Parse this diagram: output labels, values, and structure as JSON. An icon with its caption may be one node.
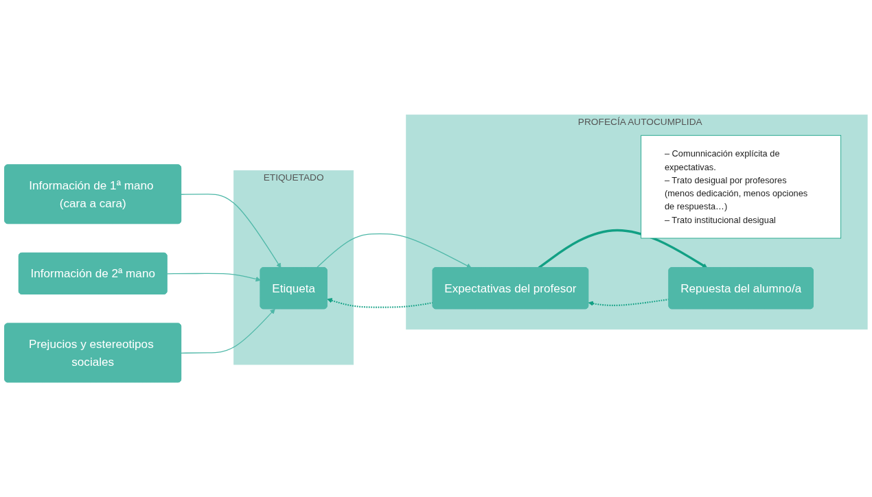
{
  "diagram": {
    "nodes": [
      {
        "text": [
          "ETIQUETADO"
        ]
      },
      {
        "text": [
          "PROFECÍA AUTOCUMPLIDA"
        ]
      },
      {
        "text": [
          "Información de 1ª mano (cara a cara)"
        ]
      },
      {
        "text": [
          "Información de 2ª mano"
        ]
      },
      {
        "text": [
          "Prejucios y estereotipos sociales"
        ]
      },
      {
        "text": [
          "Etiqueta"
        ],
        "in": 0
      },
      {
        "text": [
          "Expectativas del profesor"
        ],
        "in": 1
      },
      {
        "text": [
          "Repuesta del alumno/a"
        ],
        "in": 1
      },
      {
        "text": [
          "– Comunnicación explícita de expectativas.",
          "– Trato desigual por profesores (menos dedicación, menos opciones de respuesta…)",
          "– Trato institucional desigual"
        ],
        "in": 1
      }
    ],
    "edges": [
      {
        "from": 2,
        "to": 5,
        "arrow": "to"
      },
      {
        "from": 3,
        "to": 5,
        "arrow": "to"
      },
      {
        "from": 4,
        "to": 5,
        "arrow": "to"
      },
      {
        "from": 5,
        "to": 6,
        "arrow": "to"
      },
      {
        "from": 6,
        "to": 5,
        "arrow": "to",
        "style": "dashed",
        "color": "#12a084"
      },
      {
        "from": 7,
        "to": 6,
        "arrow": "to",
        "style": "dashed",
        "color": "#12a084"
      },
      {
        "from": 6,
        "to": 7,
        "arrow": "to",
        "style": "thick",
        "color": "#12a084"
      }
    ]
  }
}
